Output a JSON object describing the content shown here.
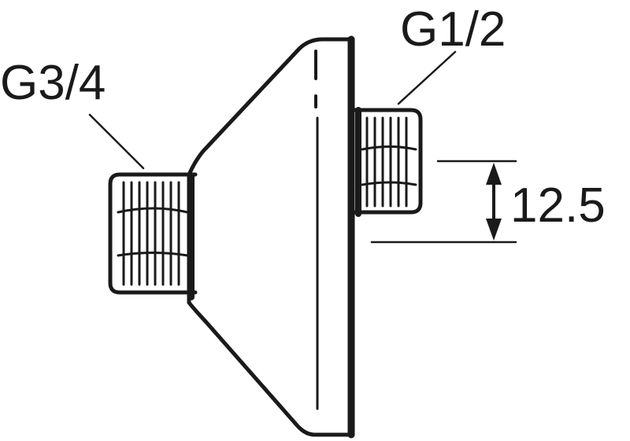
{
  "labels": {
    "left_thread": "G3/4",
    "right_thread": "G1/2",
    "dimension": "12.5"
  },
  "colors": {
    "ink": "#1a1a1a",
    "background": "#ffffff"
  }
}
